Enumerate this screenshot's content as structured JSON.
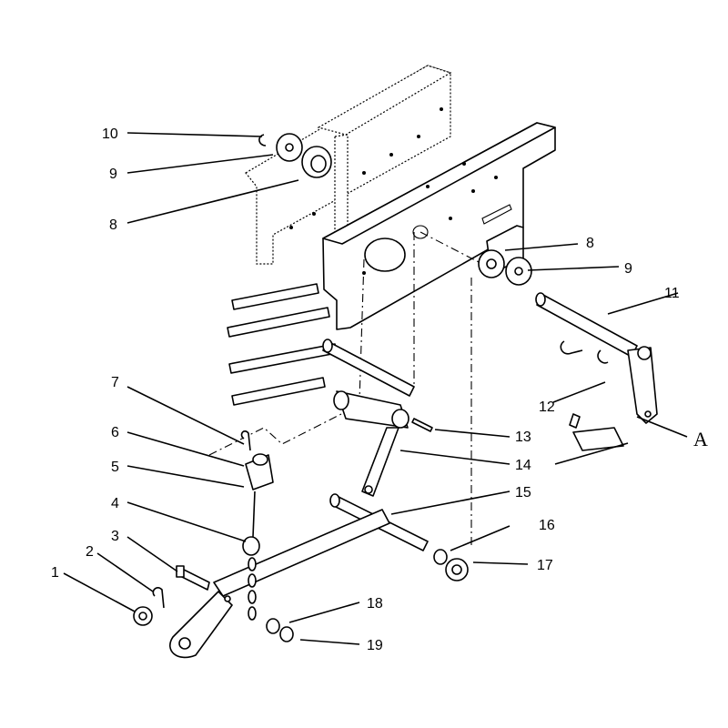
{
  "callouts": {
    "n1": "1",
    "n2": "2",
    "n3": "3",
    "n4": "4",
    "n5": "5",
    "n6": "6",
    "n7": "7",
    "n8a": "8",
    "n8b": "8",
    "n9a": "9",
    "n9b": "9",
    "n10": "10",
    "n11": "11",
    "n12": "12",
    "n13": "13",
    "n14": "14",
    "n15": "15",
    "n16": "16",
    "n17": "17",
    "n18": "18",
    "n19": "19",
    "A": "A"
  }
}
